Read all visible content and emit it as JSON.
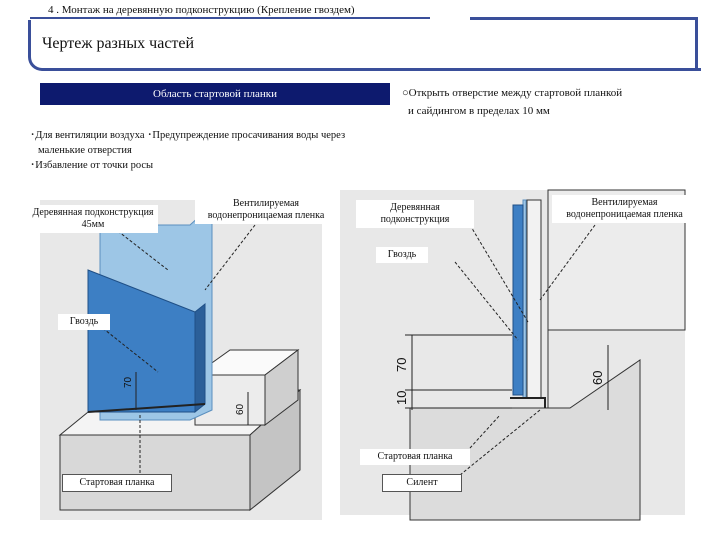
{
  "header": {
    "caption": "4 . Монтаж на деревянную подконструкцию (Крепление гвоздем)",
    "title": "Чертеж разных частей"
  },
  "region_bar": "Область стартовой планки",
  "open_note": {
    "line1": "○Открыть отверстие между стартовой планкой",
    "line2": "и сайдингом в пределах  10 мм"
  },
  "vent_notes": {
    "line1": "･Для вентиляции воздуха ･Предупреждение просачивания воды через",
    "line2": "маленькие отверстия",
    "line3": "･Избавление от точки росы"
  },
  "left_diagram": {
    "wood_frame": "Деревянная подконструкция 45мм",
    "membrane": "Вентилируемая водонепроницаемая пленка",
    "nail": "Гвоздь",
    "starter": "Стартовая планка",
    "dim_70": "70",
    "dim_60": "60"
  },
  "right_diagram": {
    "wood_frame": "Деревянная подконструкция",
    "membrane": "Вентилируемая водонепроницаемая пленка",
    "nail": "Гвоздь",
    "starter": "Стартовая планка",
    "sealant": "Силент",
    "dim_70": "70",
    "dim_10": "10",
    "dim_60": "60"
  },
  "colors": {
    "accent": "#3a4f9a",
    "region_bar": "#0d1a6e",
    "siding": "#3d7fc4",
    "membrane": "#9dc6e6"
  }
}
